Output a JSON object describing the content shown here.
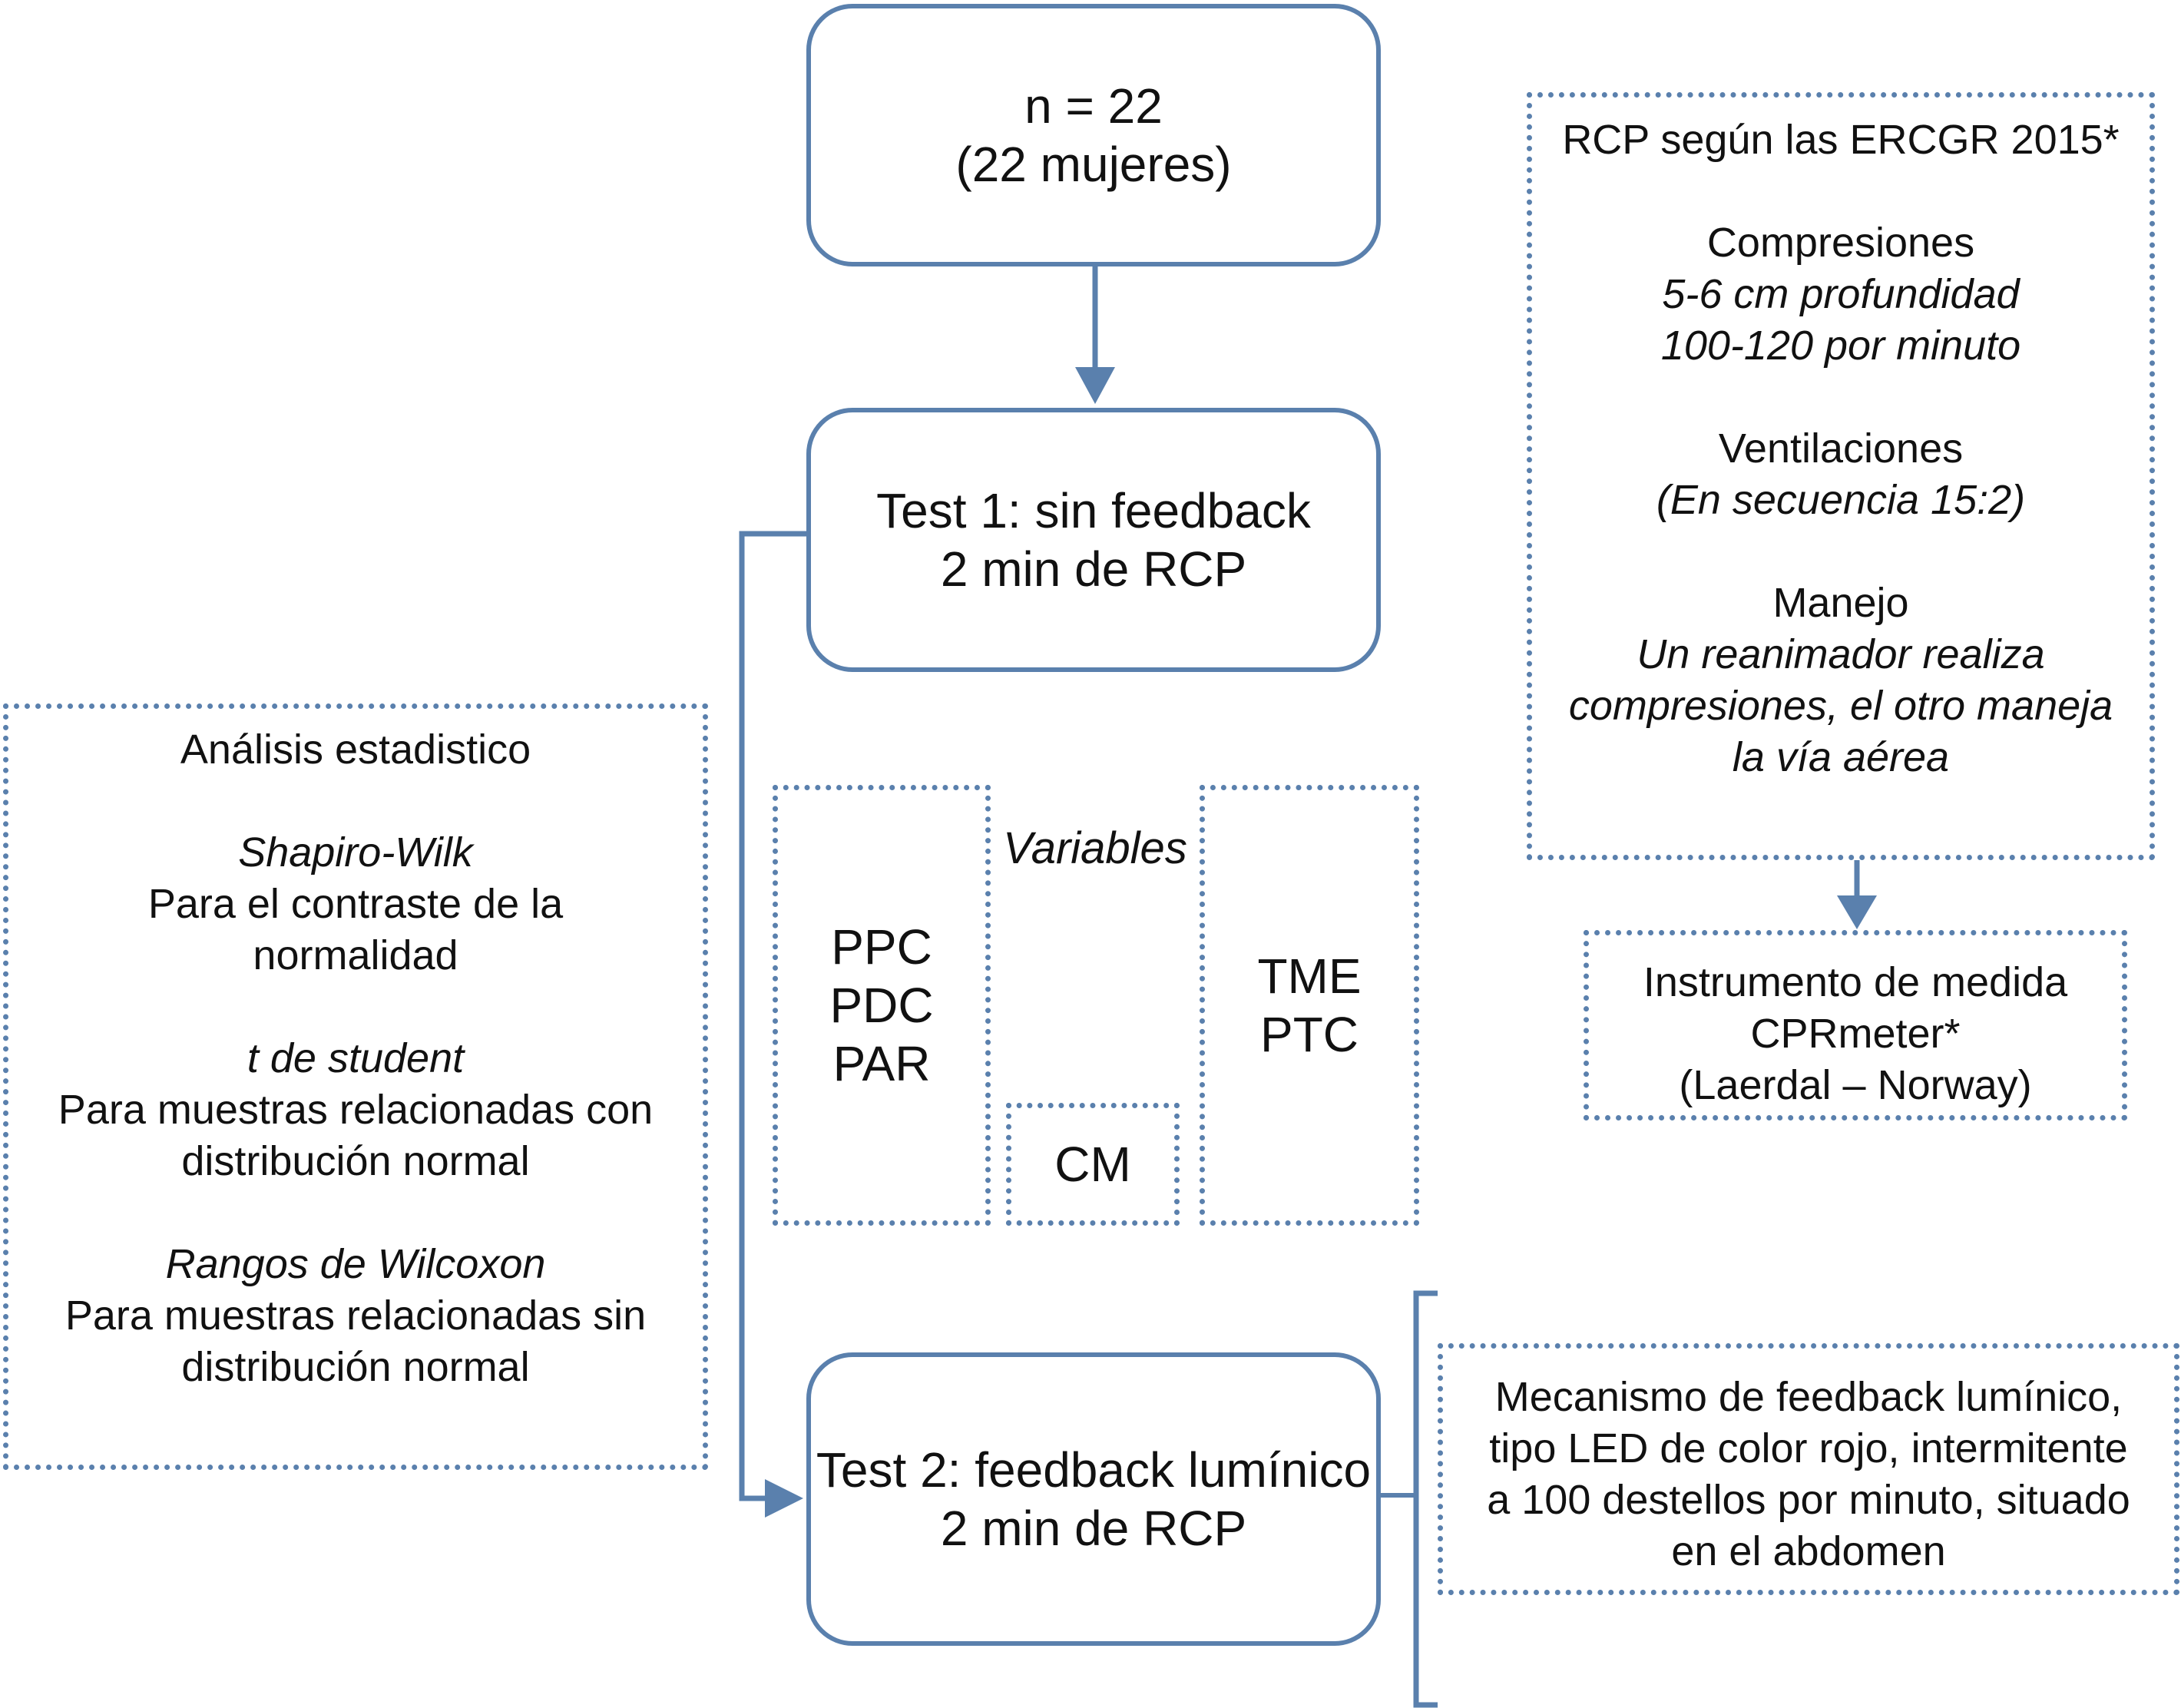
{
  "colors": {
    "accent": "#5a80ad",
    "text": "#111111",
    "background": "#ffffff"
  },
  "sample": {
    "line1": "n = 22",
    "line2": "(22 mujeres)"
  },
  "test1": {
    "line1": "Test 1: sin feedback",
    "line2": "2 min de RCP"
  },
  "test2": {
    "line1": "Test 2: feedback lumínico",
    "line2": "2 min de RCP"
  },
  "rcp": {
    "title": "RCP según las ERCGR 2015*",
    "compressions_heading": "Compresiones",
    "compressions_depth": "5-6 cm profundidad",
    "compressions_rate": "100-120 por minuto",
    "ventilations_heading": "Ventilaciones",
    "ventilations_sequence": "(En secuencia 15:2)",
    "management_heading": "Manejo",
    "management_line1": "Un reanimador realiza",
    "management_line2": "compresiones, el otro maneja",
    "management_line3": "la vía aérea"
  },
  "instrument": {
    "line1": "Instrumento de medida",
    "line2": "CPRmeter*",
    "line3": "(Laerdal – Norway)"
  },
  "analysis": {
    "title": "Análisis estadistico",
    "test1_name": "Shapiro-Wilk",
    "test1_desc_line1": "Para el contraste de la",
    "test1_desc_line2": "normalidad",
    "test2_name": "t de student",
    "test2_desc_line1": "Para muestras relacionadas con",
    "test2_desc_line2": "distribución normal",
    "test3_name": "Rangos de Wilcoxon",
    "test3_desc_line1": "Para muestras relacionadas sin",
    "test3_desc_line2": "distribución normal"
  },
  "variables": {
    "label": "Variables",
    "left": [
      "PPC",
      "PDC",
      "PAR"
    ],
    "center": "CM",
    "right": [
      "TME",
      "PTC"
    ]
  },
  "feedback": {
    "line1": "Mecanismo de feedback lumínico,",
    "line2": "tipo LED de color rojo, intermitente",
    "line3": "a 100 destellos por minuto, situado",
    "line4": "en el abdomen"
  }
}
